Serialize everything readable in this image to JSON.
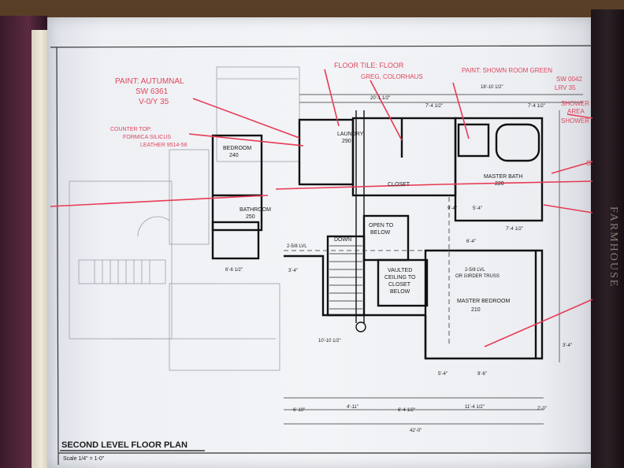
{
  "plan": {
    "title": "SECOND LEVEL FLOOR PLAN",
    "scale": "Scale 1/4\" = 1-0\""
  },
  "book": {
    "spine_text": "FARMHOUSE"
  },
  "rooms": {
    "bedroom_label": "BEDROOM",
    "bedroom_num": "240",
    "bathroom_label": "BATHROOM",
    "bathroom_num": "250",
    "laundry_label": "LAUNDRY",
    "laundry_num": "290",
    "closet_label": "CLOSET",
    "master_bath_label": "MASTER BATH",
    "master_bath_num": "220",
    "master_bedroom_label": "MASTER BEDROOM",
    "master_bedroom_num": "210",
    "open_below_1": "OPEN TO",
    "open_below_2": "BELOW",
    "vaulted_1": "VAULTED",
    "vaulted_2": "CEILING TO",
    "vaulted_3": "CLOSET",
    "vaulted_4": "BELOW",
    "down": "DOWN",
    "beam_1": "2-5/8 LVL",
    "beam_2": "2-5/8 LVL",
    "beam_3": "OR GIRDER TRUSS"
  },
  "annotations": {
    "paint_1_line1": "PAINT: AUTUMNAL",
    "paint_1_line2": "SW 6361",
    "paint_1_line3": "V-0/Y 35",
    "counter_1": "COUNTER TOP:",
    "counter_2": "FORMICA SILICUS",
    "counter_3": "LEATHER 9514-58",
    "tile_1": "FLOOR TILE: FLOOR",
    "tile_2": "GREG, COLORHAUS",
    "paint_2_line1": "PAINT: SHOWN ROOM GREEN",
    "paint_2_line2": "SW 0042",
    "paint_2_line3": "LRV 35",
    "shower_1": "SHOWER",
    "shower_2": "AREA",
    "shower_3": "SHOWER",
    "right_s": "S"
  },
  "dimensions": {
    "top_1": "20'-1 1/2\"",
    "top_2": "7'-4 1/2\"",
    "top_3": "18'-10 1/2\"",
    "top_4": "7'-4 1/2\"",
    "b_1": "6'-10\"",
    "b_2": "4'-11\"",
    "b_3": "6'-4 1/2\"",
    "b_4": "11'-4 1/2\"",
    "b_5": "2'-0\"",
    "overall": "42'-0\"",
    "side_1": "5'-4\"",
    "side_2": "9'-4\"",
    "side_3": "6'-4\"",
    "side_4": "7'-4 1/2\"",
    "side_5": "3'-4\"",
    "side_6": "10'-10 1/2\"",
    "side_7": "5'-4\"",
    "side_8": "9'-6\"",
    "side_9": "3'-4\"",
    "side_10": "6'-6 1/2\""
  }
}
